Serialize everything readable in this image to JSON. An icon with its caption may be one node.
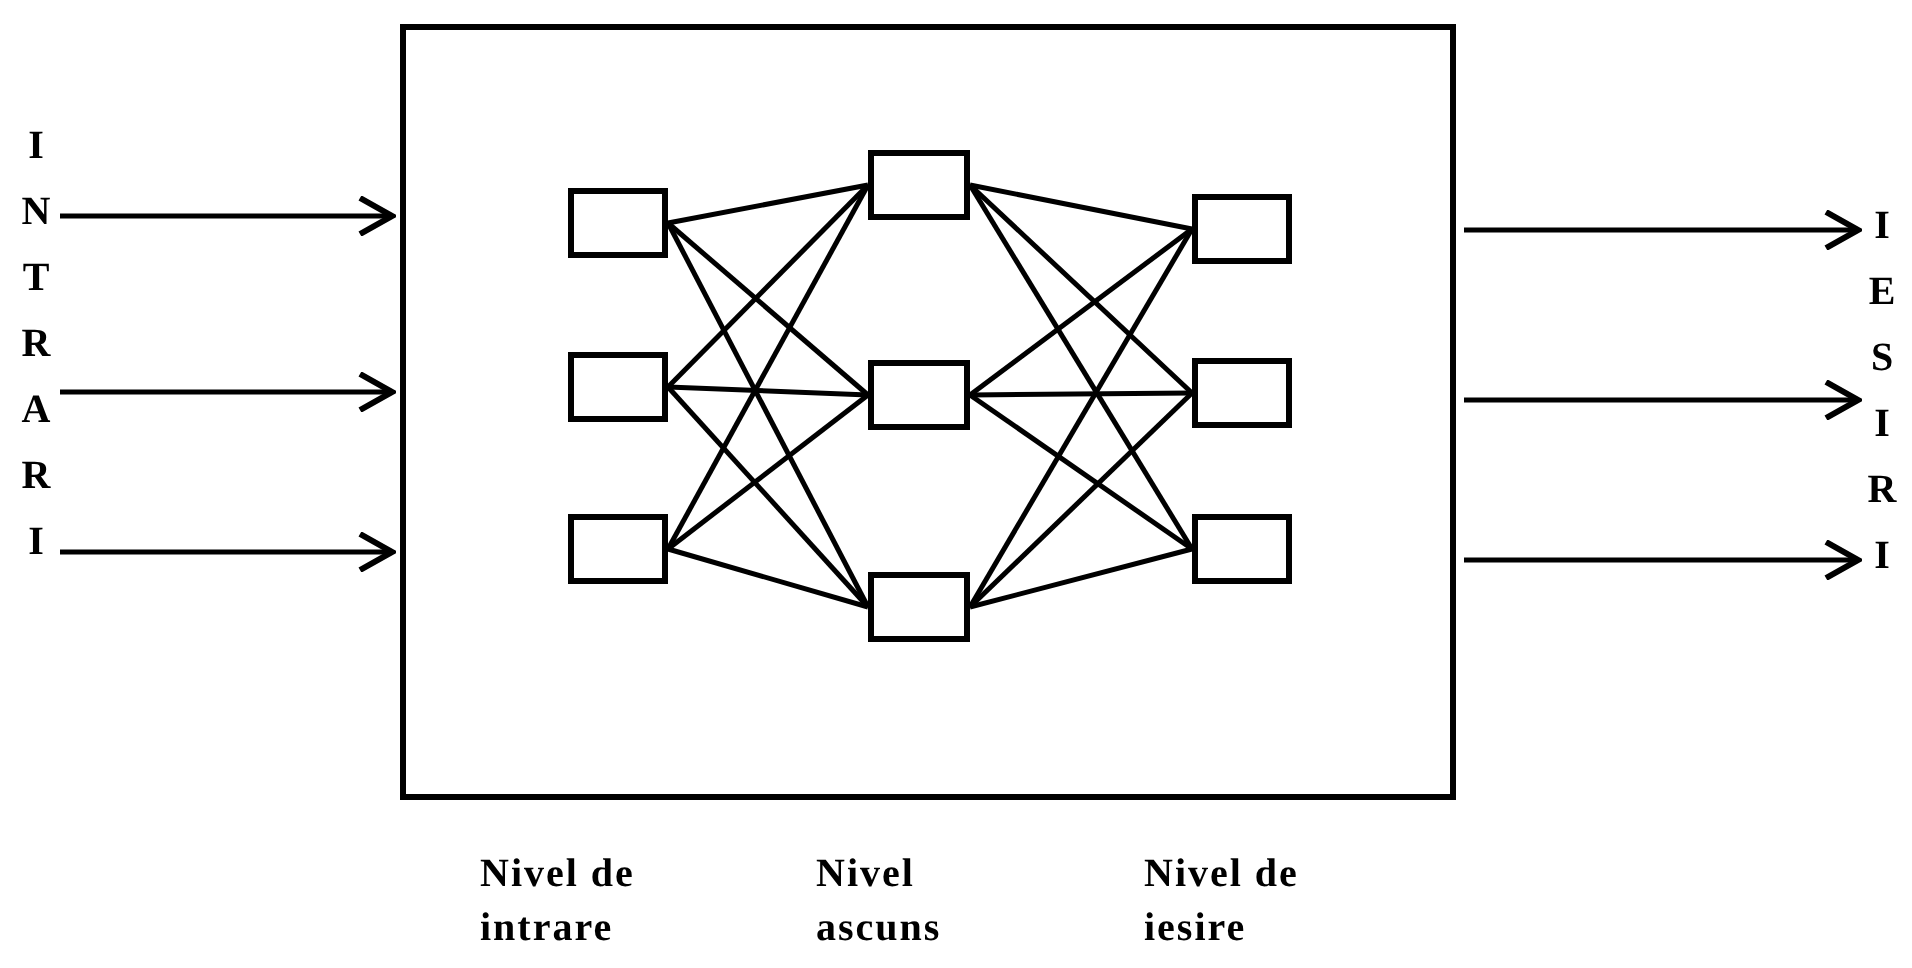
{
  "diagram": {
    "nodes": [
      {
        "text": [
          "INTRARI"
        ]
      },
      {
        "text": [],
        "shape": "box"
      },
      {
        "text": [],
        "shape": "box",
        "in": 1
      },
      {
        "text": [],
        "shape": "box",
        "in": 1
      },
      {
        "text": [],
        "shape": "box",
        "in": 1
      },
      {
        "text": [],
        "shape": "box",
        "in": 1
      },
      {
        "text": [],
        "shape": "box",
        "in": 1
      },
      {
        "text": [],
        "shape": "box",
        "in": 1
      },
      {
        "text": [],
        "shape": "box",
        "in": 1
      },
      {
        "text": [],
        "shape": "box",
        "in": 1
      },
      {
        "text": [],
        "shape": "box",
        "in": 1
      },
      {
        "text": [
          "IESIRI"
        ]
      }
    ],
    "edges": [
      {
        "from": 0,
        "to": 1,
        "arrow": "to"
      },
      {
        "from": 0,
        "to": 1,
        "arrow": "to"
      },
      {
        "from": 0,
        "to": 1,
        "arrow": "to"
      },
      {
        "from": 2,
        "to": 5,
        "arrow": "none"
      },
      {
        "from": 2,
        "to": 6,
        "arrow": "none"
      },
      {
        "from": 2,
        "to": 7,
        "arrow": "none"
      },
      {
        "from": 3,
        "to": 5,
        "arrow": "none"
      },
      {
        "from": 3,
        "to": 6,
        "arrow": "none"
      },
      {
        "from": 3,
        "to": 7,
        "arrow": "none"
      },
      {
        "from": 4,
        "to": 5,
        "arrow": "none"
      },
      {
        "from": 4,
        "to": 6,
        "arrow": "none"
      },
      {
        "from": 4,
        "to": 7,
        "arrow": "none"
      },
      {
        "from": 5,
        "to": 8,
        "arrow": "none"
      },
      {
        "from": 5,
        "to": 9,
        "arrow": "none"
      },
      {
        "from": 5,
        "to": 10,
        "arrow": "none"
      },
      {
        "from": 6,
        "to": 8,
        "arrow": "none"
      },
      {
        "from": 6,
        "to": 9,
        "arrow": "none"
      },
      {
        "from": 6,
        "to": 10,
        "arrow": "none"
      },
      {
        "from": 7,
        "to": 8,
        "arrow": "none"
      },
      {
        "from": 7,
        "to": 9,
        "arrow": "none"
      },
      {
        "from": 7,
        "to": 10,
        "arrow": "none"
      },
      {
        "from": 1,
        "to": 11,
        "arrow": "to"
      },
      {
        "from": 1,
        "to": 11,
        "arrow": "to"
      },
      {
        "from": 1,
        "to": 11,
        "arrow": "to"
      }
    ],
    "labels": [
      "Nivel de intrare",
      "Nivel ascuns",
      "Nivel de iesire"
    ]
  }
}
